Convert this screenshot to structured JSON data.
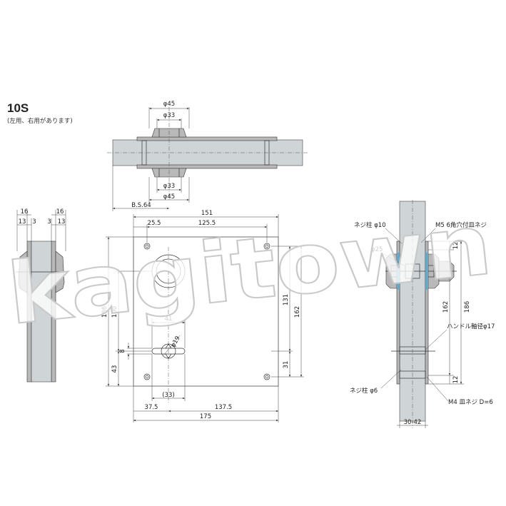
{
  "header": {
    "model": "10S",
    "note": "(左用、右用があります)"
  },
  "watermark": "kagitown",
  "top_view": {
    "dia_outer_top": "φ45",
    "dia_inner_top": "φ33",
    "dia_inner_bottom": "φ33",
    "dia_outer_bottom": "φ45",
    "backset": "B.S.64"
  },
  "side_view": {
    "left_total": "16",
    "left_a": "13",
    "left_b": "3",
    "right_a": "3",
    "right_b": "13",
    "right_total": "16"
  },
  "front_view": {
    "width_top": "151",
    "offset_left": "25.5",
    "offset_right": "125.5",
    "height_total": "186",
    "height_upper": "100",
    "height_lower": "43",
    "height_right": "131",
    "height_right_total": "162",
    "height_right_bottom": "31",
    "spindle_gap": "41",
    "spindle_dia": "φ19",
    "spindle_offset": "8",
    "bottom_paren": "(33)",
    "bottom_left": "37.5",
    "bottom_right": "137.5",
    "width_total": "175"
  },
  "section_view": {
    "screw_post_top": "ネジ柱 φ10",
    "hex_screw": "M5 6角穴付皿ネジ",
    "dia_25": "φ25",
    "dim_12_top": "12",
    "dim_162": "162",
    "dim_186": "186",
    "handle_shaft": "ハンドル軸径φ17",
    "dim_12_bottom": "12",
    "screw_post_bottom": "ネジ柱 φ6",
    "flat_screw": "M4 皿ネジ D=6",
    "door_thickness": "30-42"
  }
}
